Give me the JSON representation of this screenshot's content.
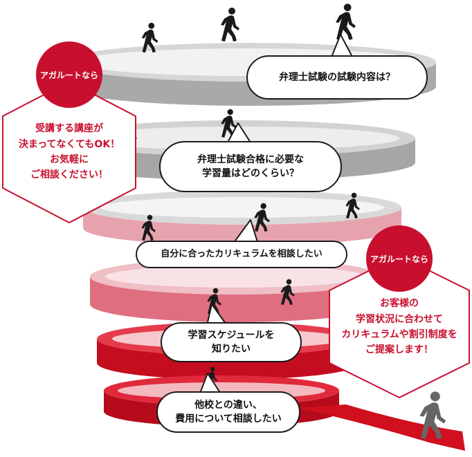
{
  "colors": {
    "accent": "#c8102e",
    "spiral_top": "#bdbdbd",
    "spiral_mid": "#e8a0ab",
    "spiral_bottom": "#d0101f",
    "outline": "#1a1a1a",
    "person_dark": "#1a1a1a",
    "person_grey": "#666666"
  },
  "badges": {
    "left": "アガルートなら",
    "right": "アガルートなら"
  },
  "messages": {
    "left": "受講する講座が\n決まってなくてもOK！\nお気軽に\nご相談ください！",
    "right": "お客様の\n学習状況に合わせて\nカリキュラムや割引制度を\nご提案します！"
  },
  "bubbles": {
    "b1": "弁理士試験の試験内容は？",
    "b2": "弁理士試験合格に必要な\n学習量はどのくらい？",
    "b3": "自分に合ったカリキュラムを相談したい",
    "b4": "学習スケジュールを\n知りたい",
    "b5": "他校との違い、\n費用について相談したい"
  },
  "icons": {
    "walker": "walking-person-icon"
  }
}
